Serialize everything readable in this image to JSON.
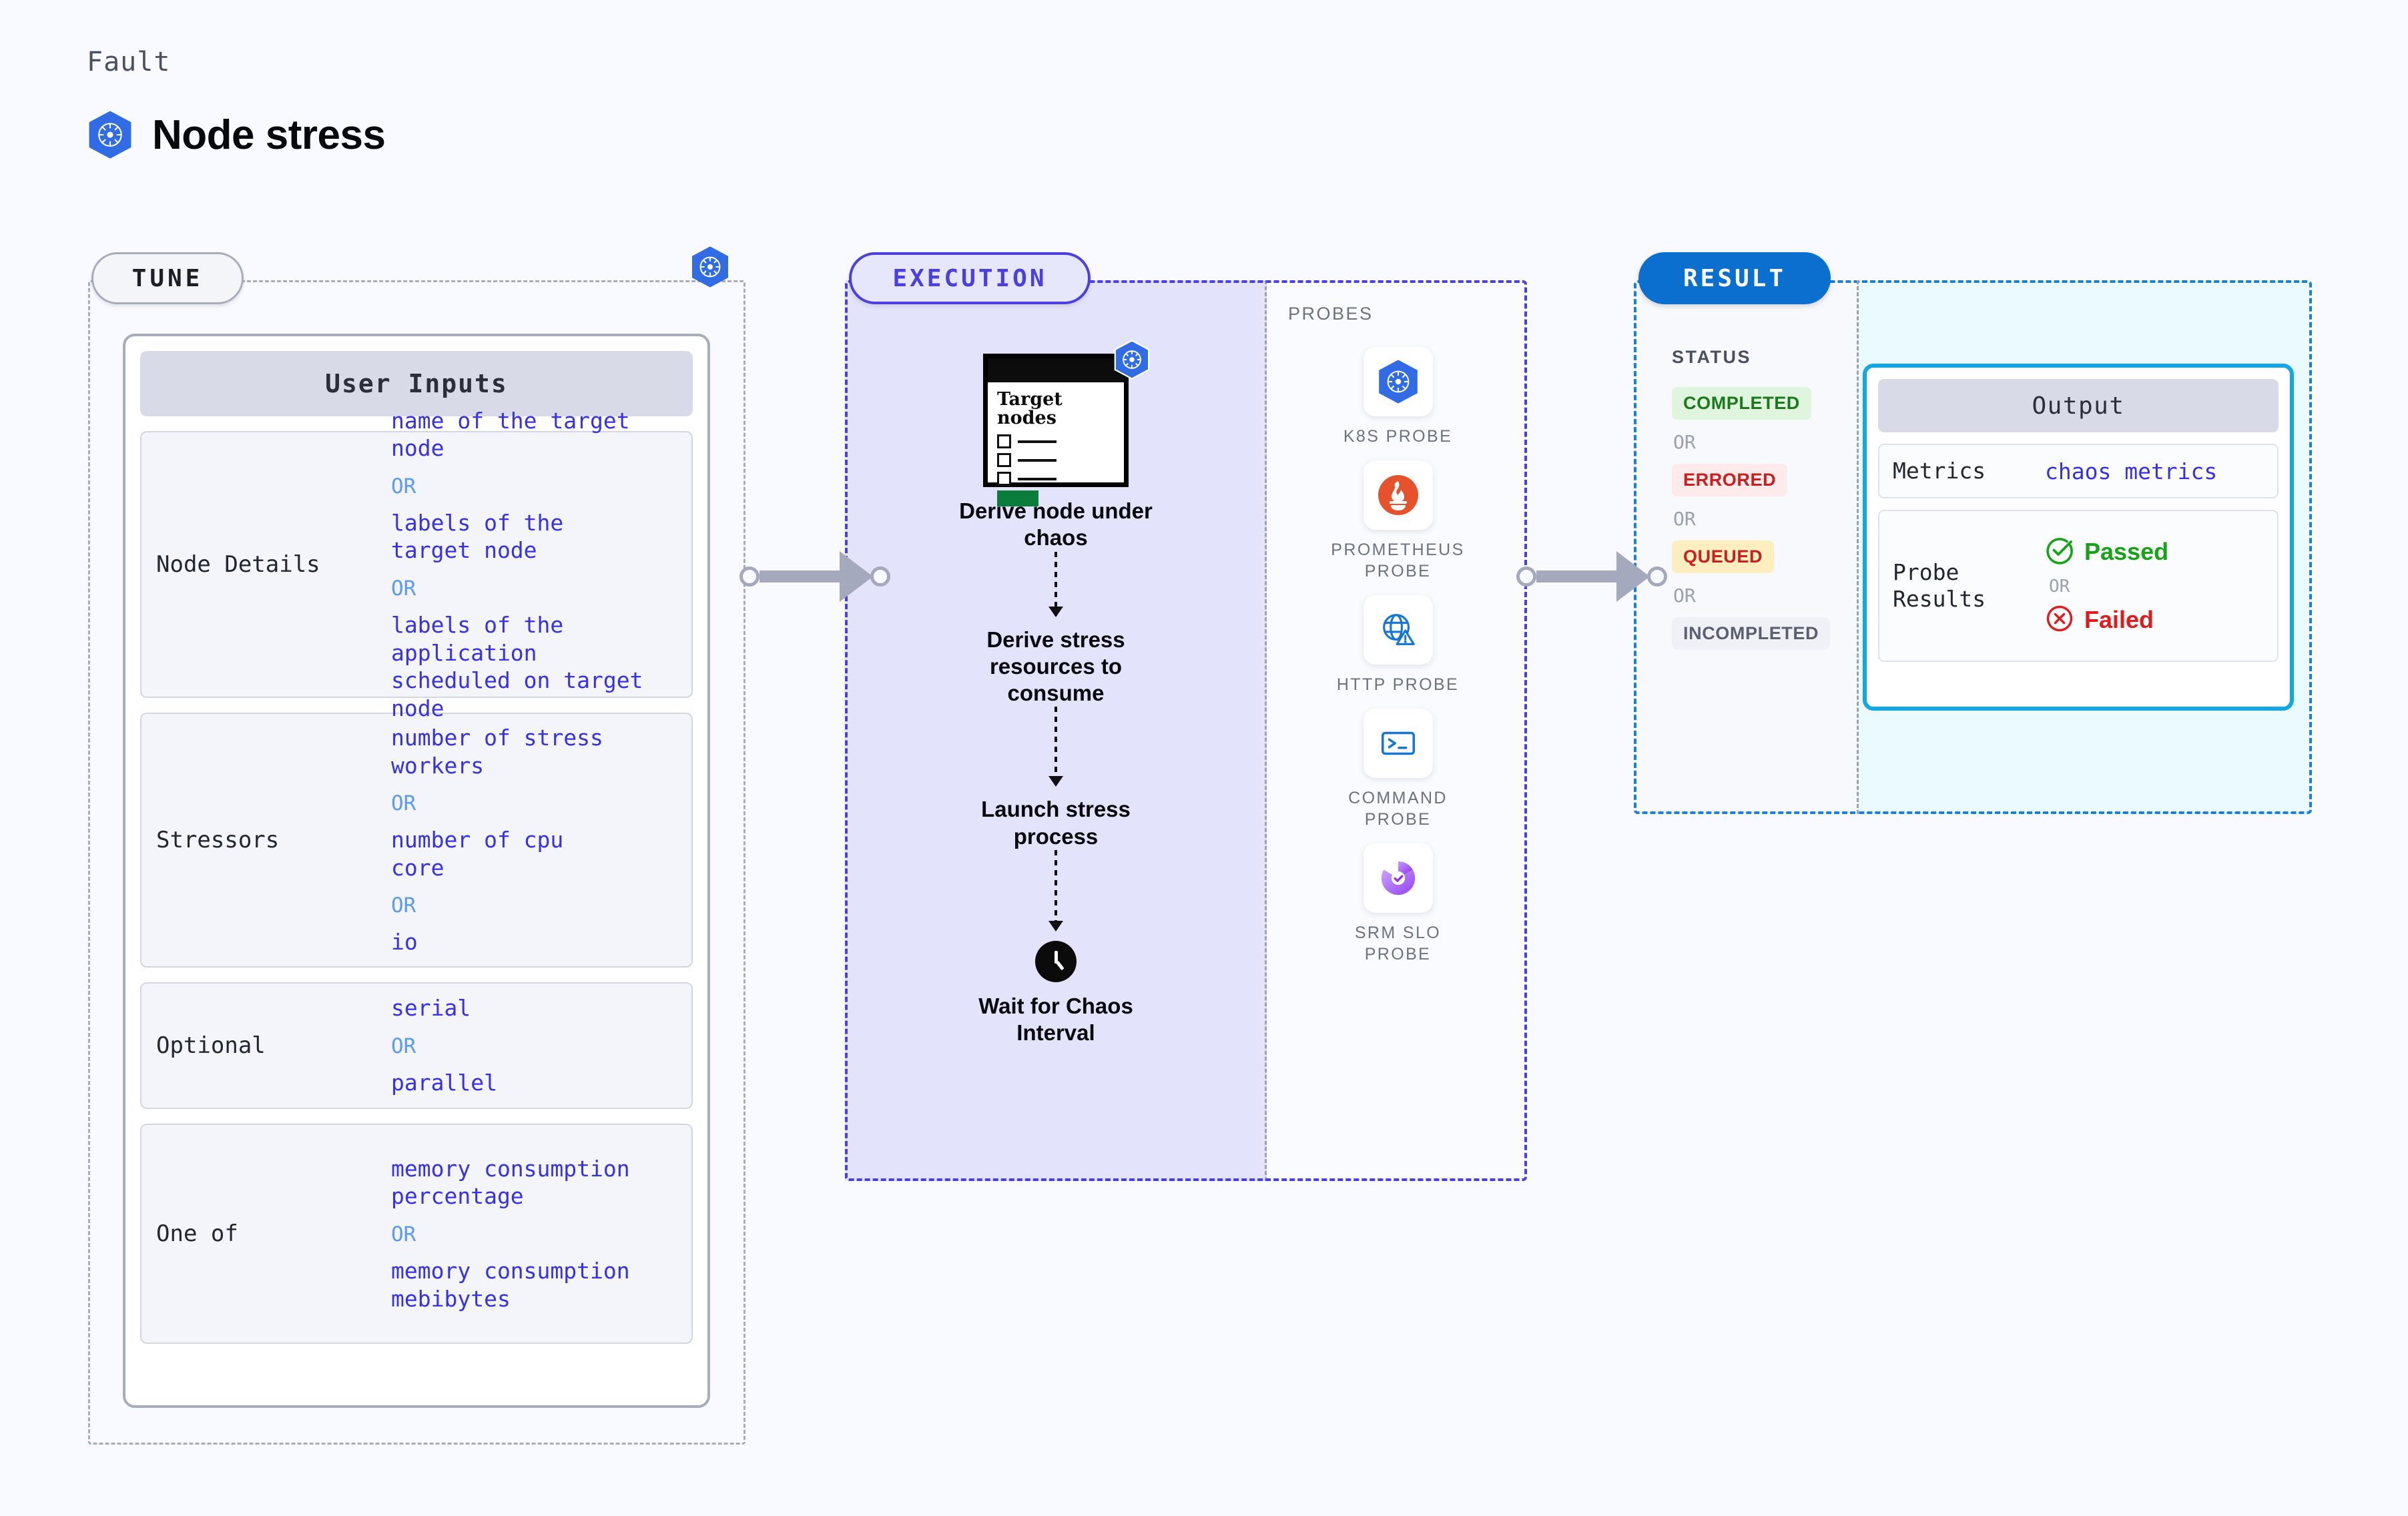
{
  "header": {
    "kicker": "Fault",
    "title": "Node stress",
    "icon": "kubernetes-icon"
  },
  "tune": {
    "badge": "TUNE",
    "corner_icon": "kubernetes-icon",
    "card_title": "User Inputs",
    "or_label": "OR",
    "rows": [
      {
        "key": "Node Details",
        "values": [
          "name of the target\nnode",
          "labels of the\ntarget node",
          "labels of the application\n scheduled on target node"
        ]
      },
      {
        "key": "Stressors",
        "values": [
          "number of stress\nworkers",
          "number of cpu\ncore",
          "io"
        ]
      },
      {
        "key": "Optional",
        "values": [
          "serial",
          "parallel"
        ]
      },
      {
        "key": "One of",
        "values": [
          "memory consumption\npercentage",
          "memory consumption\nmebibytes"
        ]
      }
    ]
  },
  "execution": {
    "badge": "EXECUTION",
    "node_card": {
      "title": "Target\nnodes",
      "icon": "kubernetes-icon",
      "checkbox_rows": 3,
      "bar_color": "#0a7d3c"
    },
    "steps": [
      {
        "label": "Derive node under\nchaos",
        "icon": "target-nodes-card"
      },
      {
        "label": "Derive stress\nresources to\nconsume",
        "icon": ""
      },
      {
        "label": "Launch stress\nprocess",
        "icon": ""
      },
      {
        "label": "Wait for Chaos\nInterval",
        "icon": "clock-icon"
      }
    ]
  },
  "probes": {
    "title": "PROBES",
    "items": [
      {
        "label": "K8S PROBE",
        "icon": "kubernetes-icon"
      },
      {
        "label": "PROMETHEUS\nPROBE",
        "icon": "prometheus-icon"
      },
      {
        "label": "HTTP PROBE",
        "icon": "globe-warning-icon"
      },
      {
        "label": "COMMAND\nPROBE",
        "icon": "terminal-icon"
      },
      {
        "label": "SRM SLO\nPROBE",
        "icon": "srm-slo-icon"
      }
    ]
  },
  "result": {
    "badge": "RESULT",
    "status_title": "STATUS",
    "or_label": "OR",
    "statuses": [
      {
        "label": "COMPLETED",
        "bg": "#dff5de",
        "fg": "#1a7a1a"
      },
      {
        "label": "ERRORED",
        "bg": "#fdeaea",
        "fg": "#c81f1f"
      },
      {
        "label": "QUEUED",
        "bg": "#fdeec0",
        "fg": "#c81f1f"
      },
      {
        "label": "INCOMPLETED",
        "bg": "#f0f1f6",
        "fg": "#5a6070"
      }
    ],
    "output": {
      "title": "Output",
      "metrics_key": "Metrics",
      "metrics_value": "chaos metrics",
      "probe_key": "Probe\nResults",
      "passed_label": "Passed",
      "passed_color": "#17a317",
      "failed_label": "Failed",
      "failed_color": "#e01b1b",
      "or_label": "OR"
    }
  },
  "colors": {
    "background": "#f9faff",
    "k8s_blue": "#326ce5",
    "execution_purple": "#4b3fe0",
    "result_blue": "#0a6fce",
    "output_border": "#11a8e8",
    "value_indigo": "#3730e8",
    "or_blue": "#5b9bf0"
  }
}
